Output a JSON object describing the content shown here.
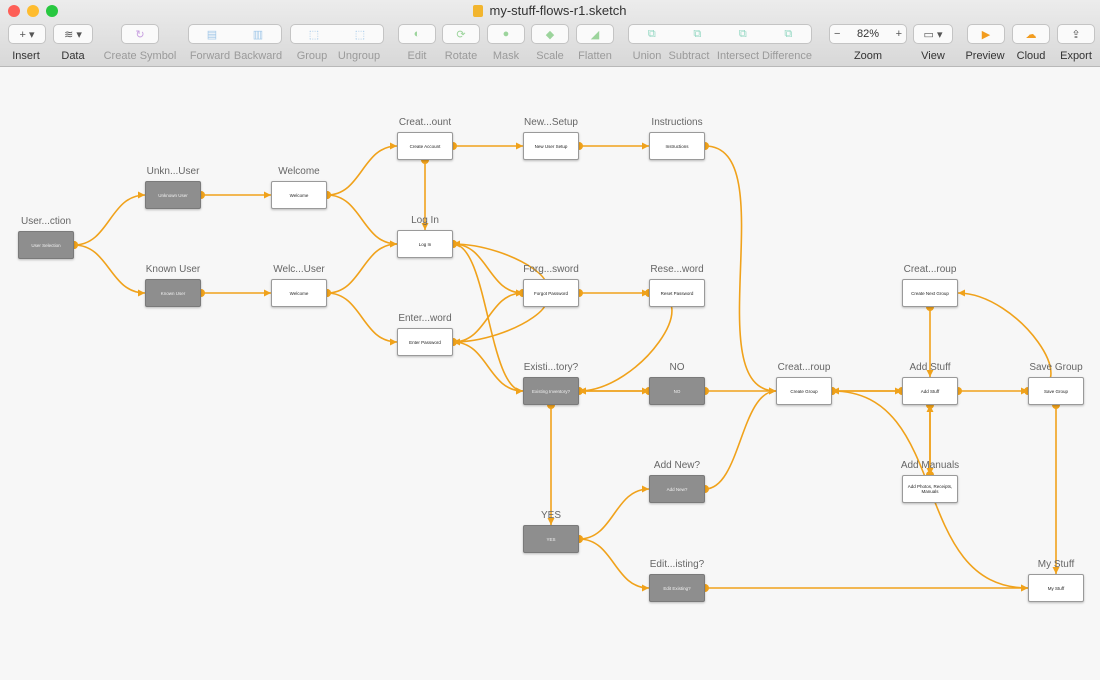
{
  "window": {
    "title": "my-stuff-flows-r1.sketch",
    "traffic_colors": [
      "#fe5f57",
      "#febc2e",
      "#28c840"
    ]
  },
  "toolbar": {
    "insert": "Insert",
    "data": "Data",
    "create_symbol": "Create Symbol",
    "forward": "Forward",
    "backward": "Backward",
    "group": "Group",
    "ungroup": "Ungroup",
    "edit": "Edit",
    "rotate": "Rotate",
    "mask": "Mask",
    "scale": "Scale",
    "flatten": "Flatten",
    "union": "Union",
    "subtract": "Subtract",
    "intersect": "Intersect",
    "difference": "Difference",
    "zoom_label": "Zoom",
    "zoom_value": "82%",
    "zoom_minus": "−",
    "zoom_plus": "+",
    "view": "View",
    "preview": "Preview",
    "cloud": "Cloud",
    "export": "Export"
  },
  "colors": {
    "connector": "#f0a21b",
    "preview_icon": "#f29c1f",
    "cloud_icon": "#f29c1f"
  },
  "artboards": [
    {
      "id": "user-selection",
      "title": "User...ction",
      "label": "User Selection",
      "dark": true
    },
    {
      "id": "unknown-user",
      "title": "Unkn...User",
      "label": "Unknown User",
      "dark": true
    },
    {
      "id": "known-user",
      "title": "Known User",
      "label": "Known User",
      "dark": true
    },
    {
      "id": "welcome",
      "title": "Welcome",
      "label": "Welcome",
      "dark": false
    },
    {
      "id": "welcome-user",
      "title": "Welc...User",
      "label": "Welcome",
      "dark": false
    },
    {
      "id": "create-account",
      "title": "Creat...ount",
      "label": "Create Account",
      "dark": false
    },
    {
      "id": "log-in",
      "title": "Log In",
      "label": "Log In",
      "dark": false
    },
    {
      "id": "enter-password",
      "title": "Enter...word",
      "label": "Enter Password",
      "dark": false
    },
    {
      "id": "new-user-setup",
      "title": "New...Setup",
      "label": "New User Setup",
      "dark": false
    },
    {
      "id": "forgot-password",
      "title": "Forg...sword",
      "label": "Forgot Password",
      "dark": false
    },
    {
      "id": "existing-inventory",
      "title": "Existi...tory?",
      "label": "Existing Inventory?",
      "dark": true
    },
    {
      "id": "yes",
      "title": "YES",
      "label": "YES",
      "dark": true
    },
    {
      "id": "instructions",
      "title": "Instructions",
      "label": "Instructions",
      "dark": false
    },
    {
      "id": "reset-password",
      "title": "Rese...word",
      "label": "Reset Password",
      "dark": false
    },
    {
      "id": "no",
      "title": "NO",
      "label": "NO",
      "dark": true
    },
    {
      "id": "add-new",
      "title": "Add New?",
      "label": "Add New?",
      "dark": true
    },
    {
      "id": "edit-existing",
      "title": "Edit...isting?",
      "label": "Edit Existing?",
      "dark": true
    },
    {
      "id": "create-group",
      "title": "Creat...roup",
      "label": "Create Group",
      "dark": false
    },
    {
      "id": "create-next-group",
      "title": "Creat...roup",
      "label": "Create Next Group",
      "dark": false
    },
    {
      "id": "add-stuff",
      "title": "Add Stuff",
      "label": "Add Stuff",
      "dark": false
    },
    {
      "id": "add-manuals",
      "title": "Add Manuals",
      "label": "Add Photos, Receipts, Manuals",
      "dark": false
    },
    {
      "id": "save-group",
      "title": "Save Group",
      "label": "Save Group",
      "dark": false
    },
    {
      "id": "my-stuff",
      "title": "My Stuff",
      "label": "My Stuff",
      "dark": false
    }
  ]
}
